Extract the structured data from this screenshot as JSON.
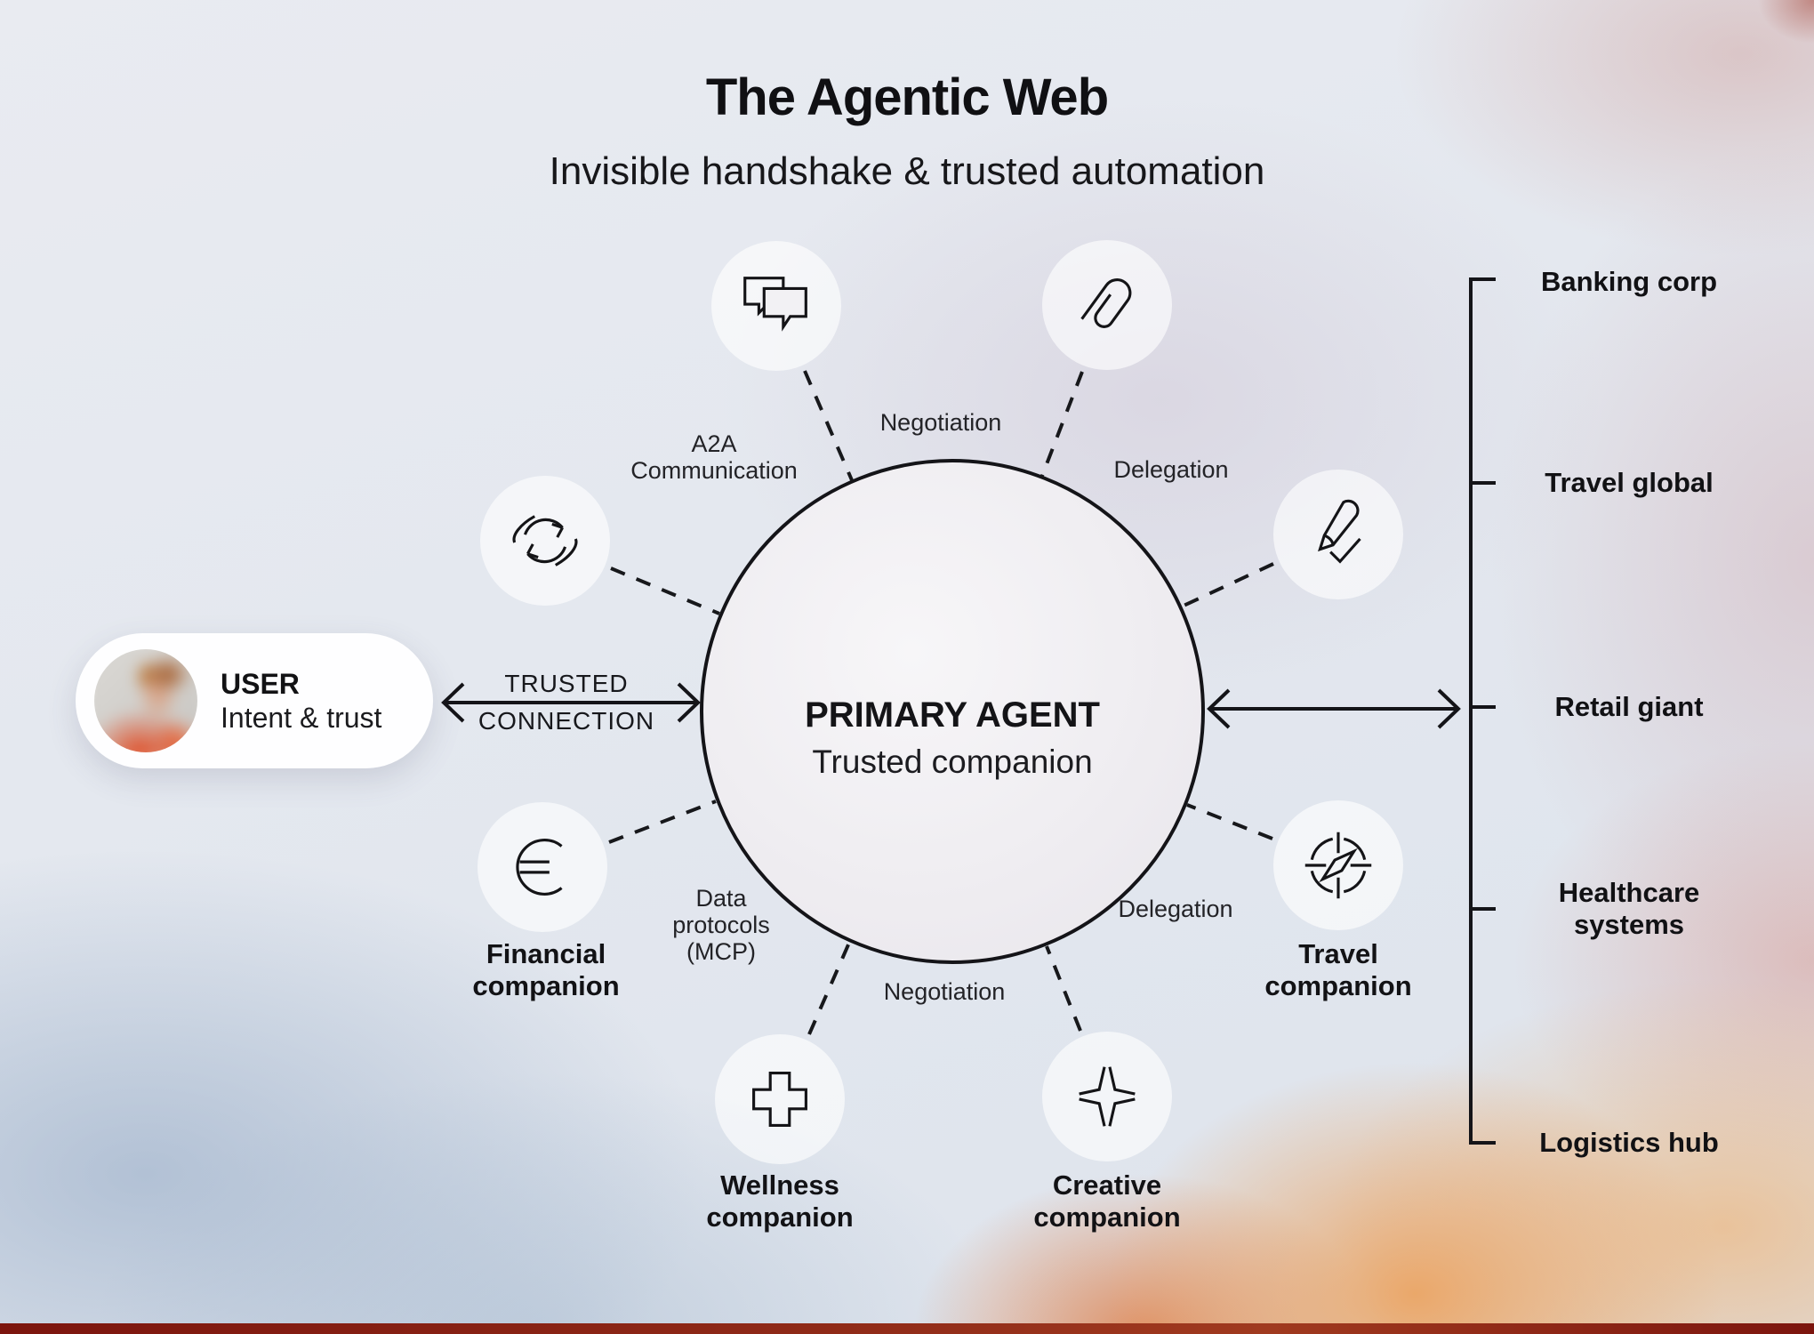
{
  "title": "The Agentic Web",
  "subtitle": "Invisible handshake & trusted automation",
  "primary_agent": {
    "name": "PRIMARY AGENT",
    "tagline": "Trusted companion"
  },
  "user_card": {
    "name": "USER",
    "tagline": "Intent & trust"
  },
  "trusted_connection": {
    "line1": "TRUSTED",
    "line2": "CONNECTION"
  },
  "edge_labels": {
    "a2a": {
      "line1": "A2A",
      "line2": "Communication"
    },
    "negotiation_top": "Negotiation",
    "delegation_top": "Delegation",
    "data_protocols": {
      "line1": "Data",
      "line2": "protocols",
      "line3": "(MCP)"
    },
    "negotiation_bottom": "Negotiation",
    "delegation_bottom": "Delegation"
  },
  "companions": {
    "financial": {
      "line1": "Financial",
      "line2": "companion",
      "icon": "euro-icon"
    },
    "travel": {
      "line1": "Travel",
      "line2": "companion",
      "icon": "compass-icon"
    },
    "wellness": {
      "line1": "Wellness",
      "line2": "companion",
      "icon": "medical-cross-icon"
    },
    "creative": {
      "line1": "Creative",
      "line2": "companion",
      "icon": "sparkle-icon"
    }
  },
  "unlabeled_nodes": [
    {
      "icon": "chat-bubbles-icon"
    },
    {
      "icon": "paperclip-icon"
    },
    {
      "icon": "sync-arrows-icon"
    },
    {
      "icon": "pencil-check-icon"
    }
  ],
  "partners": [
    "Banking corp",
    "Travel global",
    "Retail giant",
    "Healthcare systems",
    "Logistics hub"
  ],
  "colors": {
    "line": "#17181b",
    "text": "#141417",
    "node_fill": "#f2f1f4",
    "bottom_bar": "#7d170f",
    "orange_glow": "#e8914f",
    "steel_blue": "#9fb2c8"
  }
}
